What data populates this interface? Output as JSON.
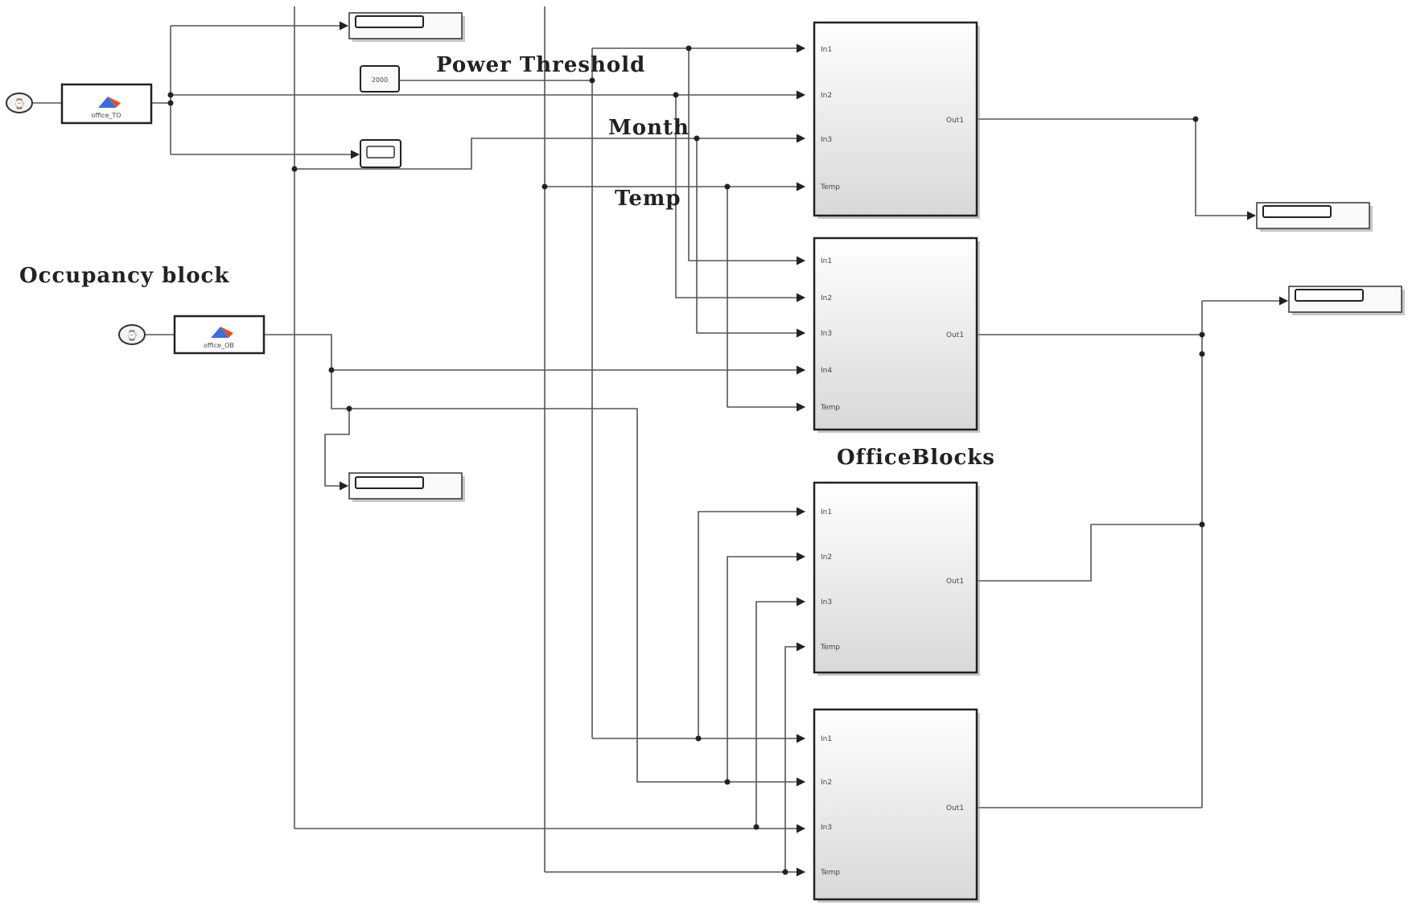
{
  "labels": {
    "power_threshold": "Power Threshold",
    "month": "Month",
    "temp": "Temp",
    "occupancy_block": "Occupancy block",
    "office_blocks": "OfficeBlocks"
  },
  "sources": [
    {
      "symbol": "⌚"
    },
    {
      "symbol": "⌚"
    }
  ],
  "fcn_blocks": [
    {
      "name": "office_TO"
    },
    {
      "name": "office_OB"
    }
  ],
  "constant_block": {
    "value": "2000"
  },
  "office_block_ports": {
    "inputs": [
      "In1",
      "In2",
      "In3",
      "Temp"
    ],
    "inputs_5": [
      "In1",
      "In2",
      "In3",
      "In4",
      "Temp"
    ],
    "output": "Out1"
  }
}
